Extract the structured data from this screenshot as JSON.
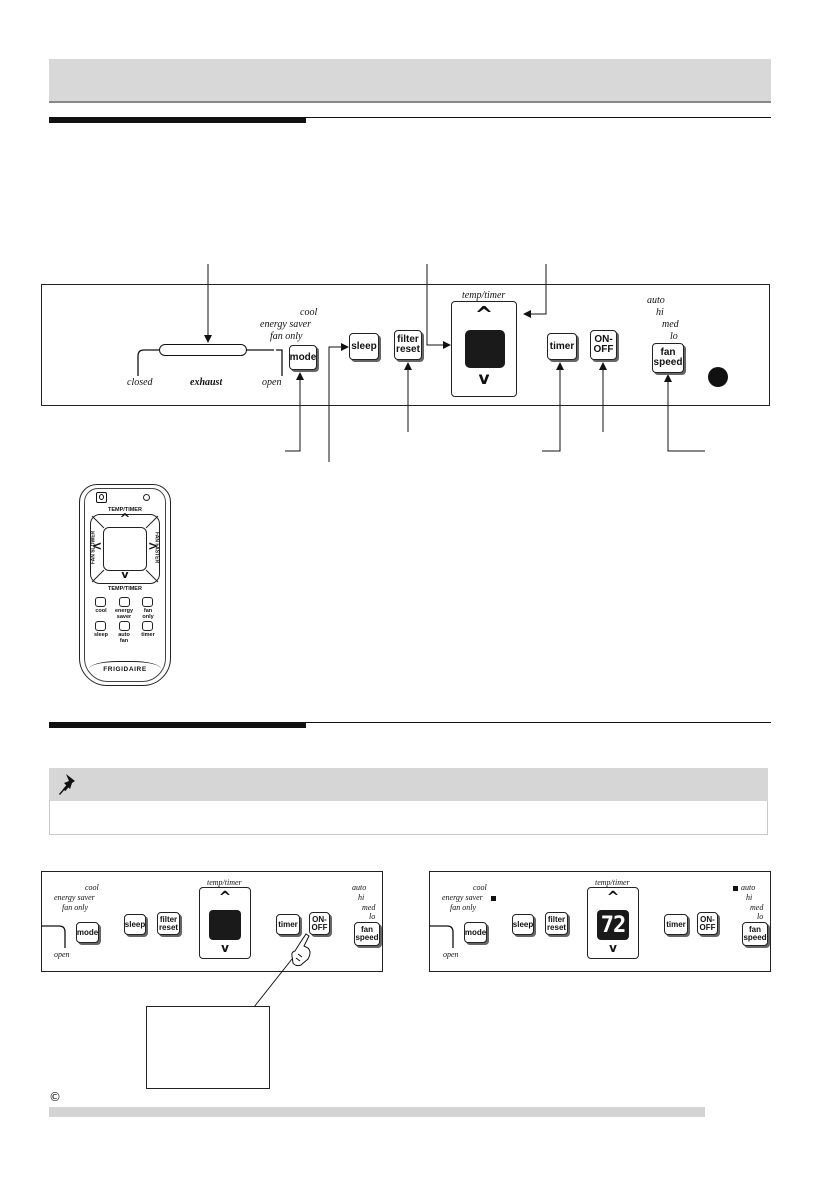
{
  "panel": {
    "labels": {
      "cool": "cool",
      "energy_saver": "energy saver",
      "fan_only": "fan only",
      "temp_timer": "temp/timer",
      "auto": "auto",
      "hi": "hi",
      "med": "med",
      "lo": "lo",
      "closed": "closed",
      "exhaust": "exhaust",
      "open": "open",
      "up_arrow": "^",
      "down_arrow": "v"
    },
    "buttons": {
      "mode": "mode",
      "sleep": "sleep",
      "filter": "filter",
      "reset": "reset",
      "timer": "timer",
      "on": "ON-",
      "off": "OFF",
      "fan": "fan",
      "speed": "speed"
    },
    "display_value": "72"
  },
  "remote": {
    "brand": "FRIGIDAIRE",
    "temp_timer": "TEMP/TIMER",
    "fan_slower": "FAN SLOWER",
    "fan_faster": "FAN FASTER",
    "keys": {
      "cool": "cool",
      "energy1": "energy",
      "energy2": "saver",
      "fan1": "fan",
      "fan2": "only",
      "sleep": "sleep",
      "auto1": "auto",
      "auto2": "fan",
      "timer": "timer"
    }
  },
  "footer": {
    "copyright_symbol": "©"
  }
}
